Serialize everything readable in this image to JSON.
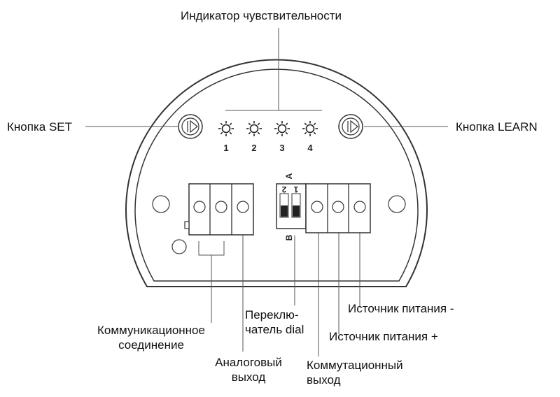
{
  "labels": {
    "sensitivity_indicator": "Индикатор чувствительности",
    "set_button": "Кнопка SET",
    "learn_button": "Кнопка LEARN",
    "communication_line1": "Коммуникационное",
    "communication_line2": "соединение",
    "analog_line1": "Аналоговый",
    "analog_line2": "выход",
    "dial_line1": "Переклю-",
    "dial_line2": "чатель dial",
    "switching_line1": "Коммутационный",
    "switching_line2": "выход",
    "power_plus": "Источник питания +",
    "power_minus": "Источник питания -"
  },
  "leds": [
    "1",
    "2",
    "3",
    "4"
  ],
  "dip_switch": {
    "position_a": "A",
    "position_b": "B",
    "switch_1": "1",
    "switch_2": "2"
  },
  "icons": {
    "buttons": "play-circle-icon",
    "leds": "sun-icon"
  },
  "colors": {
    "line": "#333333",
    "housing_fill": "#ffffff",
    "switch_fill": "#222222"
  }
}
